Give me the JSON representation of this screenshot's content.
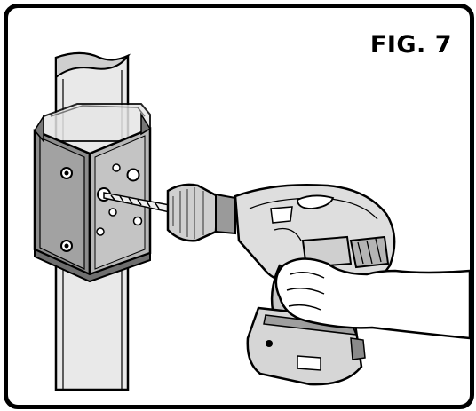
{
  "figure": {
    "label": "FIG. 7"
  },
  "colors": {
    "bracket_dark": "#8a8a8a",
    "bracket_mid": "#b3b3b3",
    "bracket_light": "#cfcfcf",
    "post": "#e6e6e6",
    "drill_body": "#dcdcdc",
    "drill_grip": "#b5b5b5",
    "outline": "#000000"
  },
  "icons": [
    "bracket",
    "post",
    "cordless-drill",
    "hand",
    "drill-bit"
  ]
}
